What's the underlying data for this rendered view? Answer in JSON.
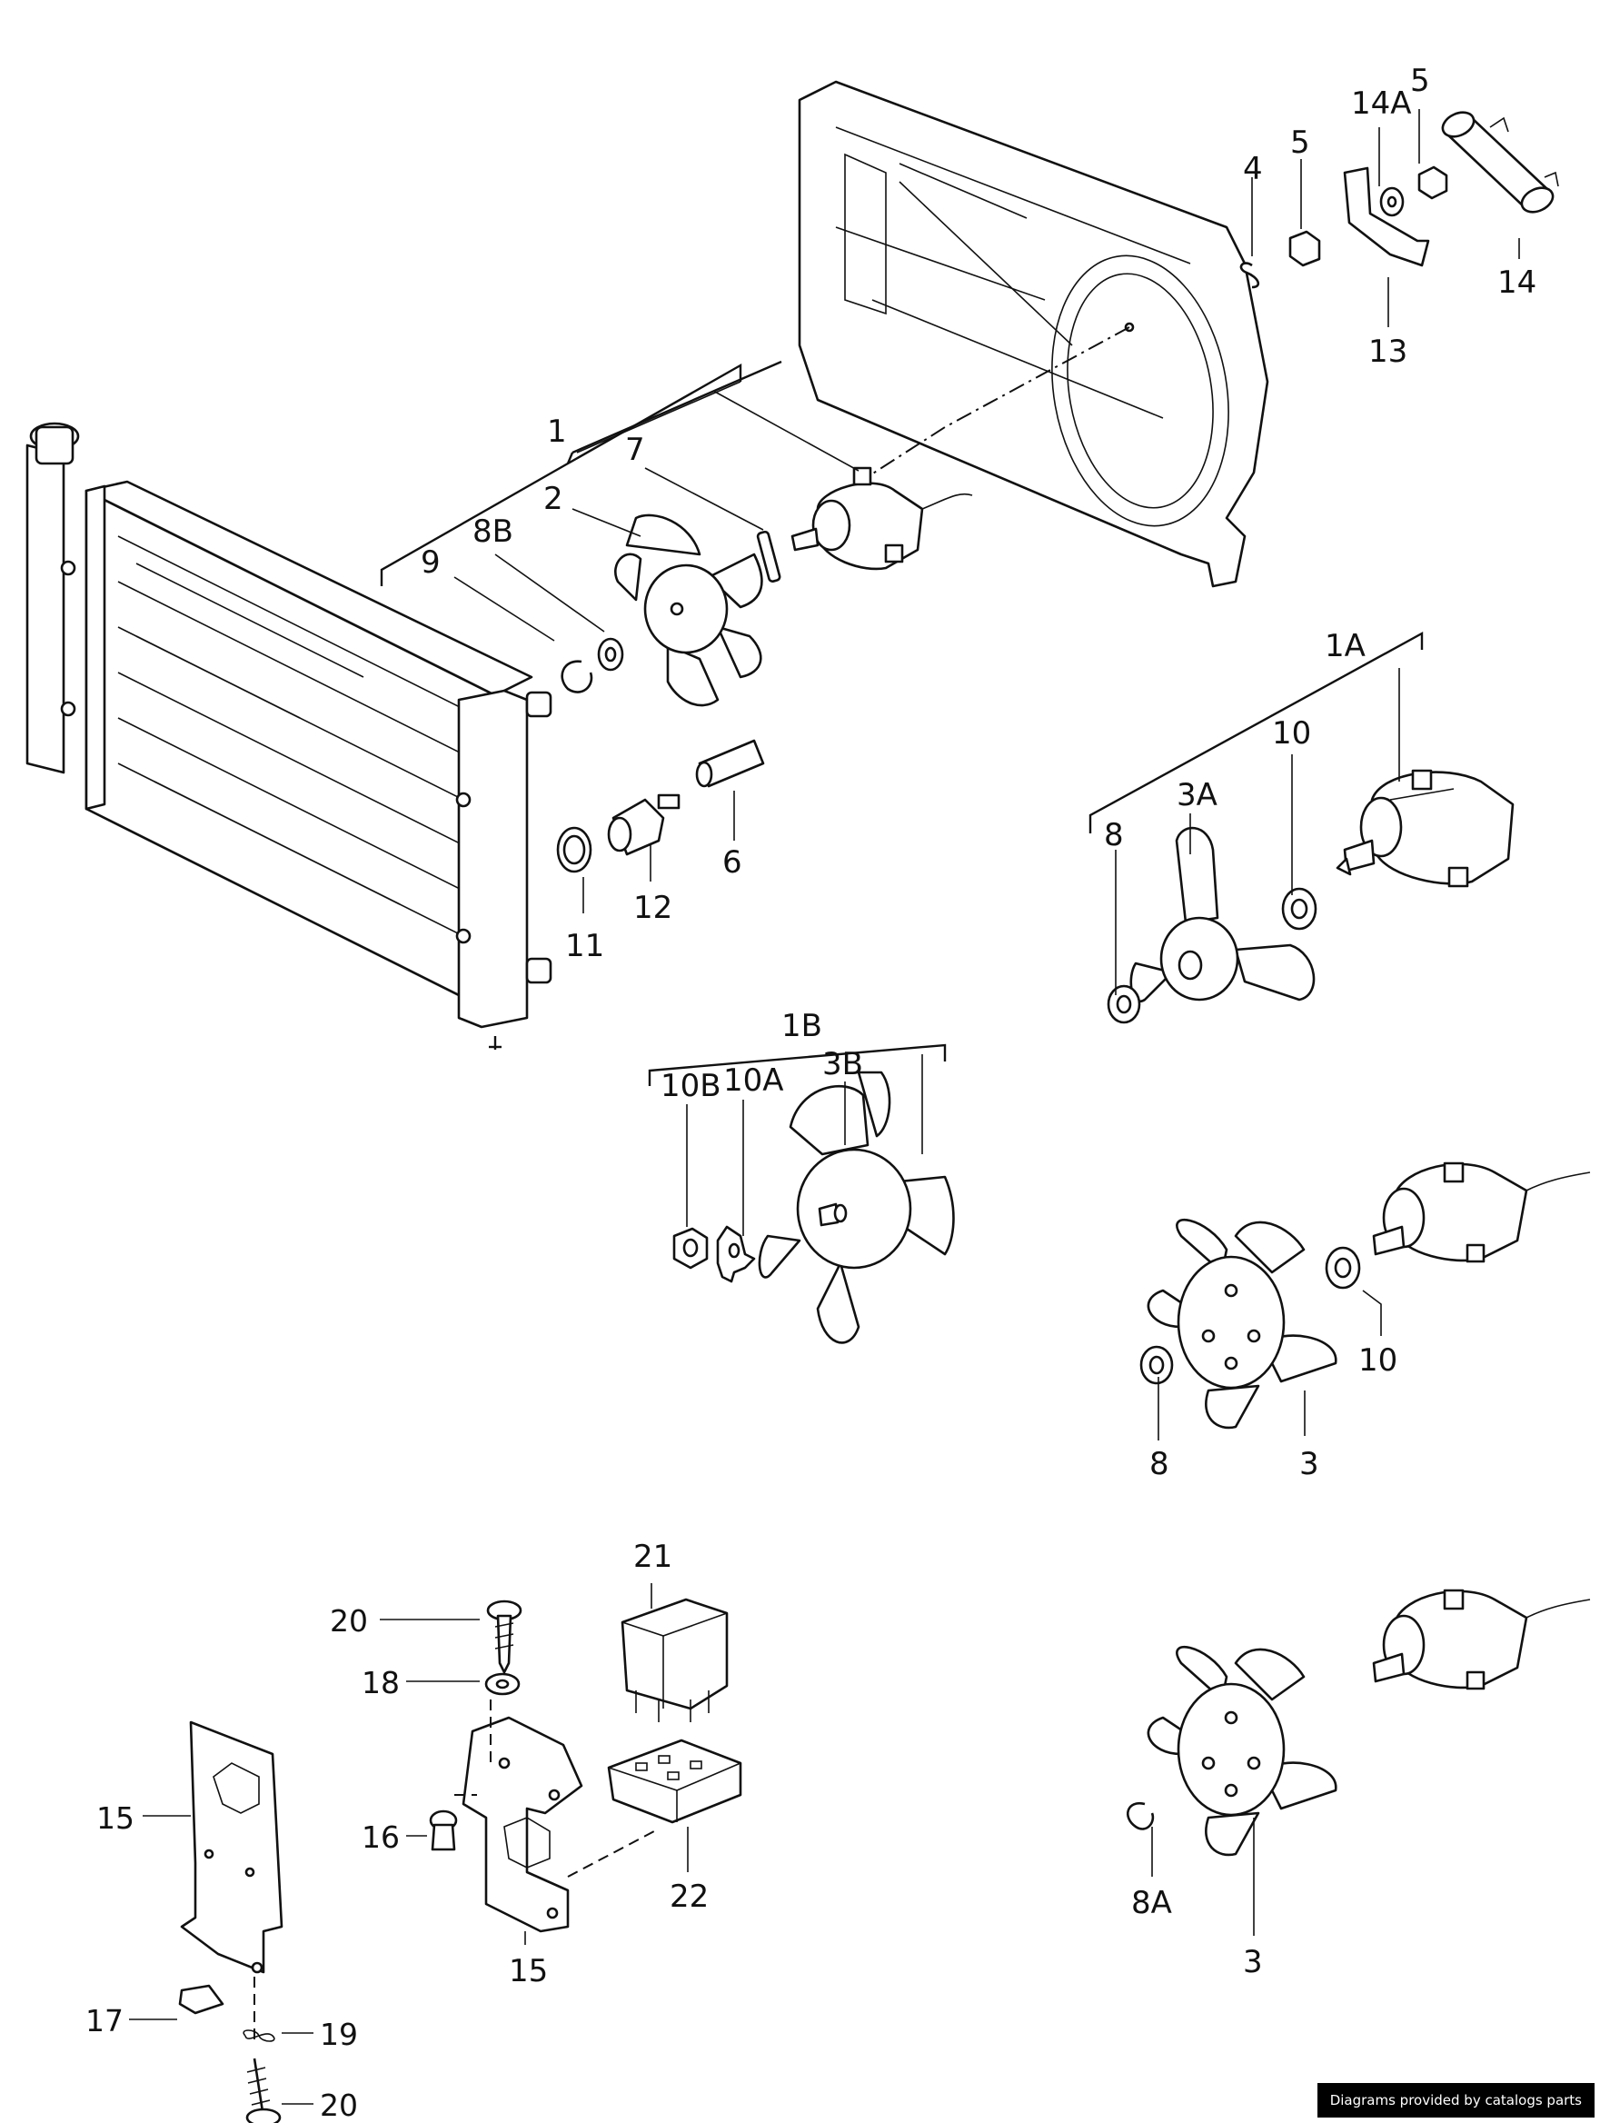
{
  "credit": "Diagrams provided by catalogs parts",
  "callouts": {
    "c1": "1",
    "c1A": "1A",
    "c1B": "1B",
    "c2": "2",
    "c3A": "3A",
    "c3B": "3B",
    "c3a": "3",
    "c3b": "3",
    "c4": "4",
    "c5a": "5",
    "c5b": "5",
    "c6": "6",
    "c7": "7",
    "c8a": "8",
    "c8b": "8",
    "c8A": "8A",
    "c8B": "8B",
    "c9": "9",
    "c10a": "10",
    "c10b": "10",
    "c10A": "10A",
    "c10B": "10B",
    "c11": "11",
    "c12": "12",
    "c13": "13",
    "c14": "14",
    "c14A": "14A",
    "c15a": "15",
    "c15b": "15",
    "c16": "16",
    "c17": "17",
    "c18": "18",
    "c19": "19",
    "c20a": "20",
    "c20b": "20",
    "c21": "21",
    "c22": "22"
  }
}
